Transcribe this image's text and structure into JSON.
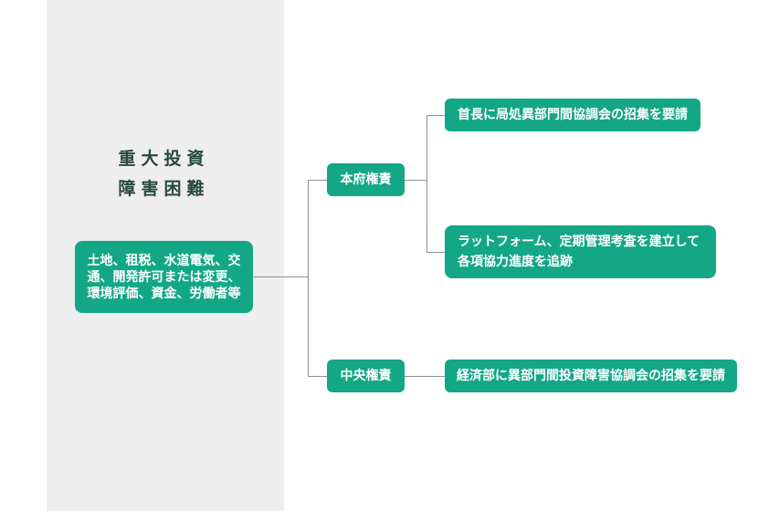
{
  "diagram": {
    "title_lines": [
      "重大投資",
      "障害困難"
    ],
    "root": {
      "lines": [
        "土地、租税、水道電気、交",
        "通、開発許可または変更、",
        "環境評価、資金、労働者等"
      ]
    },
    "branches": [
      {
        "label": "本府権責",
        "children": [
          {
            "label": "首長に局処異部門間協調会の招集を要請"
          },
          {
            "lines": [
              "ラットフォーム、定期管理考査を建立して",
              "各項協力進度を追跡"
            ]
          }
        ]
      },
      {
        "label": "中央権責",
        "children": [
          {
            "label": "経済部に異部門間投資障害協調会の招集を要請"
          }
        ]
      }
    ],
    "colors": {
      "node_fill": "#13a786",
      "node_text": "#ffffff",
      "connector": "#8f8f8f",
      "panel_background": "#eeeeee",
      "title_text": "#27493f",
      "page_background": "#ffffff"
    }
  }
}
